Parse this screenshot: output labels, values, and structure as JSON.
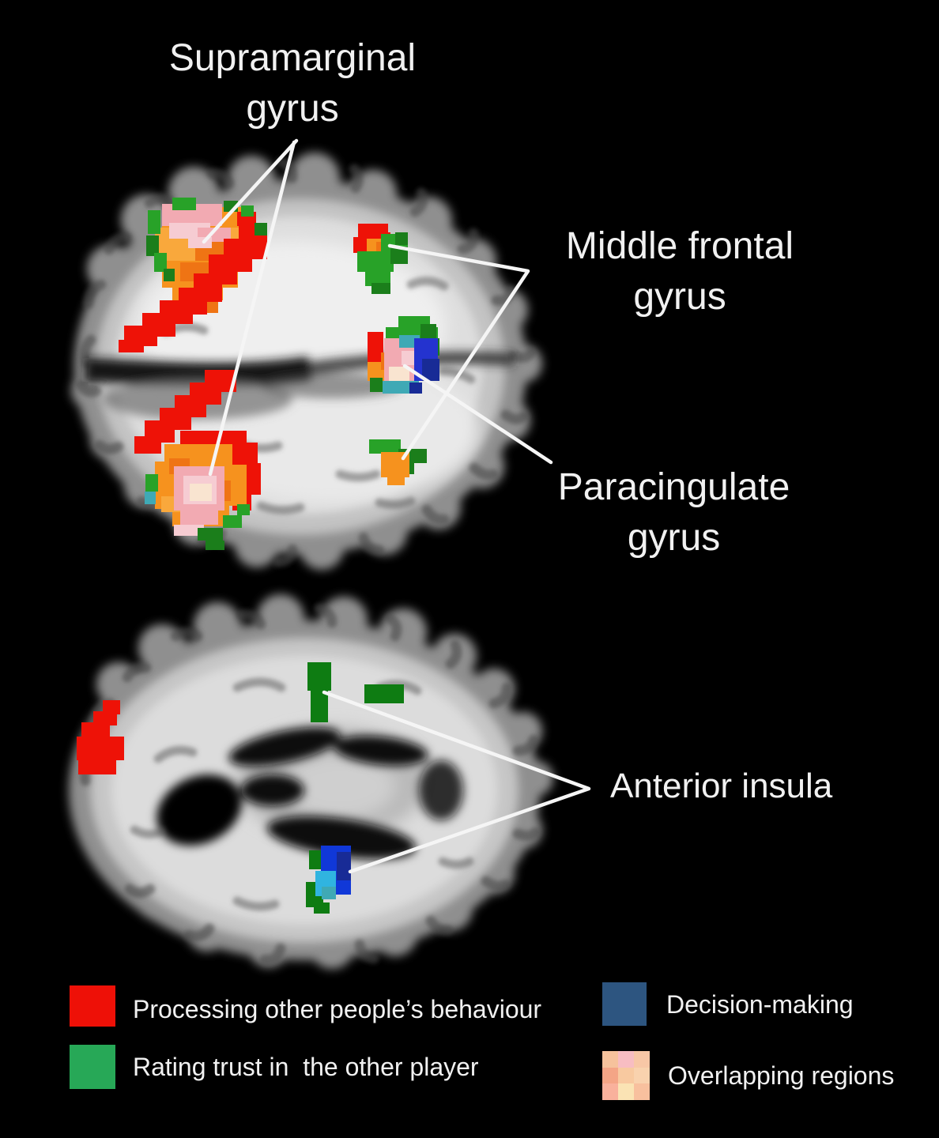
{
  "figure": {
    "background_color": "#000000",
    "text_color": "#f1f1f1",
    "annotation_line_color": "#f5f5f5",
    "region_labels": [
      {
        "id": "supramarginal",
        "line1": "Supramarginal",
        "line2": "gyrus"
      },
      {
        "id": "middle-frontal",
        "line1": "Middle frontal",
        "line2": "gyrus"
      },
      {
        "id": "paracingulate",
        "line1": "Paracingulate",
        "line2": "gyrus"
      },
      {
        "id": "anterior-insula",
        "line1": "Anterior insula",
        "line2": ""
      }
    ],
    "legend": {
      "items": [
        {
          "id": "processing-behaviour",
          "label": "Processing other people’s behaviour",
          "color": "#ee1007",
          "swatch": "solid"
        },
        {
          "id": "rating-trust",
          "label": "Rating trust in  the other player",
          "color": "#27a857",
          "swatch": "solid"
        },
        {
          "id": "decision-making",
          "label": "Decision-making",
          "color": "#2d5580",
          "swatch": "solid"
        },
        {
          "id": "overlapping-regions",
          "label": "Overlapping regions",
          "color": "#f8c7a6",
          "swatch": "mottled",
          "mottle_colors": [
            "#f6c29c",
            "#f8bdc2",
            "#f8c7a6",
            "#f4a586",
            "#f8c9a0",
            "#f9d2ae",
            "#f9b19c",
            "#fae3b4",
            "#f8c09e"
          ]
        }
      ]
    },
    "activation_palette": {
      "red": "#ee1207",
      "orange": "#f6921e",
      "orange_light": "#f9a83c",
      "orange_deep": "#ef7414",
      "green": "#28a228",
      "green_dark": "#1b7e1b",
      "green_deep": "#0e7c12",
      "pink": "#f2aab2",
      "pink_light": "#f6ccd2",
      "cream": "#f9e4d0",
      "teal": "#3fa9b5",
      "cyan": "#30b4e0",
      "blue": "#2433cf",
      "blue_deep": "#1038d8",
      "navy": "#182b96"
    }
  }
}
